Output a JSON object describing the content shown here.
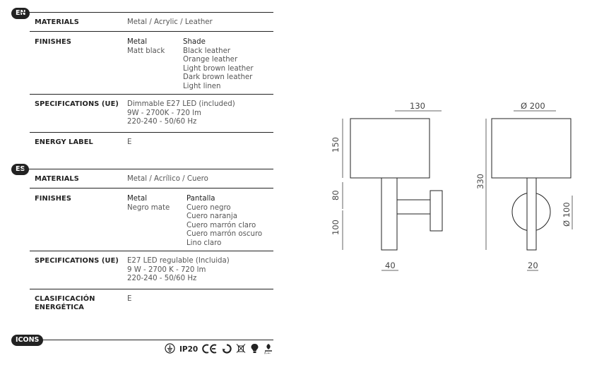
{
  "en": {
    "badge": "EN",
    "materials_label": "MATERIALS",
    "materials_value": "Metal / Acrylic / Leather",
    "finishes_label": "FINISHES",
    "metal_header": "Metal",
    "metal_values": [
      "Matt black"
    ],
    "shade_header": "Shade",
    "shade_values": [
      "Black leather",
      "Orange leather",
      "Light brown leather",
      "Dark brown leather",
      "Light linen"
    ],
    "specs_label": "SPECIFICATIONS (UE)",
    "specs_values": [
      "Dimmable E27 LED (included)",
      "9W - 2700K - 720 lm",
      "220-240 - 50/60 Hz"
    ],
    "energy_label": "ENERGY LABEL",
    "energy_value": "E"
  },
  "es": {
    "badge": "ES",
    "materials_label": "MATERIALS",
    "materials_value": "Metal / Acrílico / Cuero",
    "finishes_label": "FINISHES",
    "metal_header": "Metal",
    "metal_values": [
      "Negro mate"
    ],
    "shade_header": "Pantalla",
    "shade_values": [
      "Cuero negro",
      "Cuero naranja",
      "Cuero marrón claro",
      "Cuero marrón oscuro",
      "Lino claro"
    ],
    "specs_label": "SPECIFICATIONS (UE)",
    "specs_values": [
      "E27 LED regulable (Incluida)",
      "9 W - 2700 K - 720 lm",
      "220-240 - 50/60 Hz"
    ],
    "energy_label_line1": "CLASIFICACIÓN",
    "energy_label_line2": "ENERGÉTICA",
    "energy_value": "E"
  },
  "icons_section": {
    "badge": "ICONS",
    "ip_rating": "IP20",
    "icons": [
      "earth-ground-icon",
      "ip20-icon",
      "ce-mark-icon",
      "recycle-icon",
      "weee-bin-icon",
      "led-bulb-icon",
      "dimmable-icon"
    ]
  },
  "drawing": {
    "side_view": {
      "width_label": "130",
      "shade_height_label": "150",
      "stem_height_label": "80",
      "mount_height_label": "100",
      "depth_label": "40"
    },
    "front_view": {
      "diameter_label": "Ø 200",
      "total_height_label": "330",
      "plate_diameter_label": "Ø 100",
      "stem_width_label": "20"
    }
  }
}
